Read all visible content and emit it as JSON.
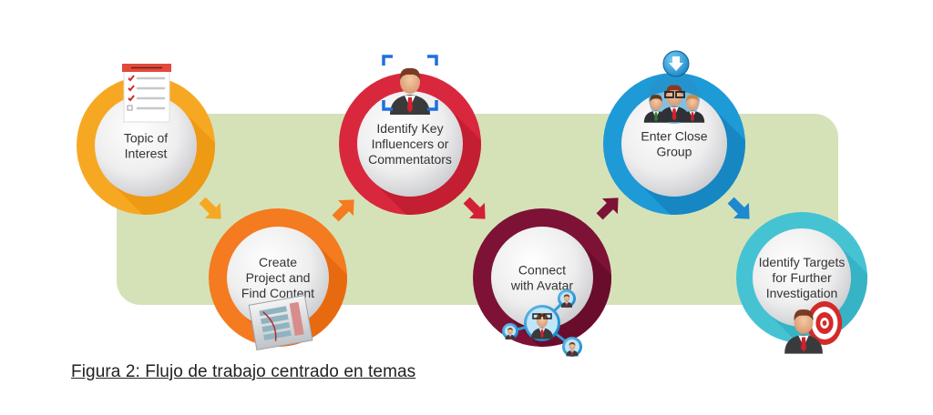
{
  "diagram": {
    "type": "workflow",
    "background_panel_color": "#D5E2B8",
    "steps": [
      {
        "id": "topic",
        "lines": [
          "Topic of",
          "Interest"
        ],
        "color": "#F7A823",
        "shade": "#EE9A14",
        "icon": "checklist-icon"
      },
      {
        "id": "create",
        "lines": [
          "Create",
          "Project and",
          "Find Content"
        ],
        "color": "#F47B20",
        "shade": "#E86A10",
        "icon": "document-folder-icon"
      },
      {
        "id": "identify-influencers",
        "lines": [
          "Identify Key",
          "Influencers or",
          "Commentators"
        ],
        "color": "#D9283E",
        "shade": "#C41E32",
        "icon": "target-person-icon"
      },
      {
        "id": "connect",
        "lines": [
          "Connect",
          "with Avatar"
        ],
        "color": "#7D1236",
        "shade": "#6A0C2C",
        "icon": "network-people-icon"
      },
      {
        "id": "enter-group",
        "lines": [
          "Enter Close",
          "Group"
        ],
        "color": "#1E9AD6",
        "shade": "#1687C2",
        "icon": "group-people-icon"
      },
      {
        "id": "identify-targets",
        "lines": [
          "Identify Targets",
          "for Further",
          "Investigation"
        ],
        "color": "#46C3D3",
        "shade": "#36B3C4",
        "icon": "person-target-icon"
      }
    ],
    "arrows": [
      {
        "from": "topic",
        "to": "create",
        "direction": "down-right",
        "color": "#F7A823"
      },
      {
        "from": "create",
        "to": "identify-influencers",
        "direction": "up-right",
        "color": "#F47B20"
      },
      {
        "from": "identify-influencers",
        "to": "connect",
        "direction": "down-right",
        "color": "#D42034"
      },
      {
        "from": "connect",
        "to": "enter-group",
        "direction": "up-right",
        "color": "#7D1236"
      },
      {
        "from": "enter-group",
        "to": "identify-targets",
        "direction": "down-right",
        "color": "#1E88D0"
      }
    ]
  },
  "caption": "Figura 2: Flujo de trabajo centrado en temas"
}
